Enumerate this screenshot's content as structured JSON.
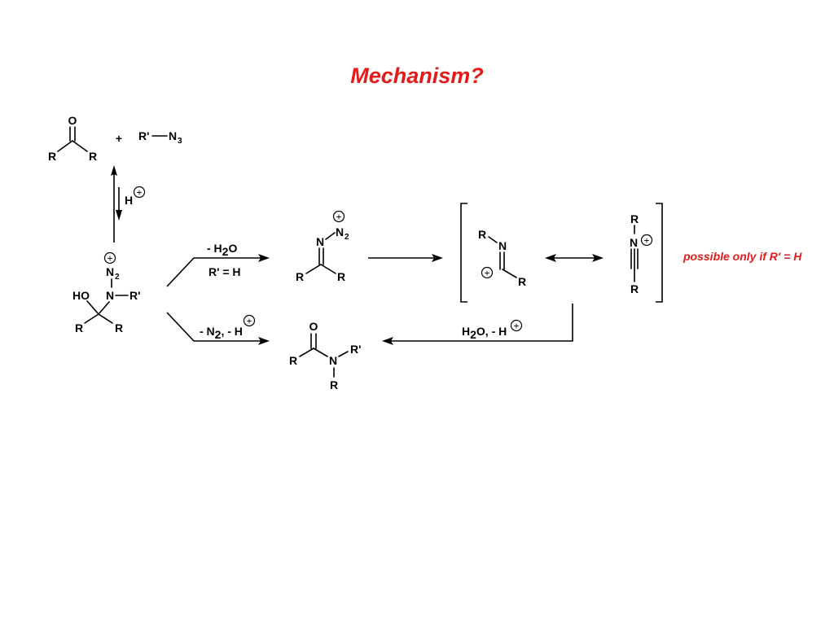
{
  "title": "Mechanism?",
  "note": "possible only if R' = H",
  "colors": {
    "accent": "#e31b1b",
    "ink": "#000000"
  },
  "reactants": {
    "plus": "+",
    "azide": "R'",
    "azide_group": "N",
    "azide_sub": "3"
  },
  "equilibrium": {
    "reagent": "H"
  },
  "atoms": {
    "R": "R",
    "Rp": "R'",
    "O": "O",
    "N": "N",
    "HO": "HO",
    "N2": "N",
    "sub2": "2",
    "plus": "+"
  },
  "arrows": {
    "top_reagent_pre": "- H",
    "top_reagent_sub": "2",
    "top_reagent_post": "O",
    "top_condition": "R' = H",
    "bottom_reagent_pre": "- N",
    "bottom_reagent_sub": "2",
    "bottom_reagent_post": ", - H",
    "return_reagent_pre": "H",
    "return_reagent_sub": "2",
    "return_reagent_post": "O, - H"
  }
}
